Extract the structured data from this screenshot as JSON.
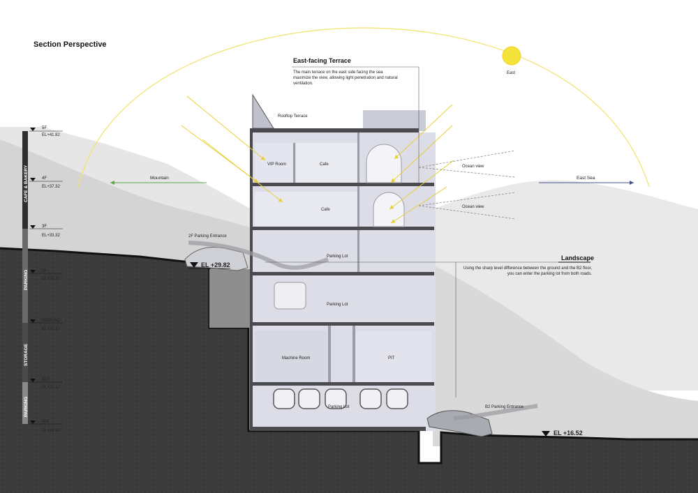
{
  "title": "Section Perspective",
  "terrace": {
    "heading": "East-facing Terrace",
    "description": "The main terrace on the east side facing the sea maximize the view, allowing light penetration and natural ventilation."
  },
  "landscape": {
    "heading": "Landscape",
    "description": "Using the sharp level difference between the ground and the B2 floor, you can enter the parking lot from both roads."
  },
  "sun_label": "East",
  "directions": {
    "mountain": "Mountain",
    "sea": "East Sea"
  },
  "ocean_view": [
    "Ocean view",
    "Ocean view"
  ],
  "rooms": {
    "rooftop": "Rooftop Terrace",
    "vip": "VIP Room",
    "cafe_4f": "Cafe",
    "cafe_3f": "Cafe",
    "parking_2f": "Parking Lot",
    "parking_ground": "Parking Lot",
    "machine": "Machine Room",
    "pit": "PIT",
    "parking_b2": "Parking Lot"
  },
  "entrances": {
    "top": "2F Parking Entrance",
    "bottom": "B2 Parking Entrance"
  },
  "elevation_markers": {
    "upper": "EL +29.82",
    "lower": "EL +16.52"
  },
  "levels": [
    {
      "name": "5F",
      "el": "EL+41.82"
    },
    {
      "name": "4F",
      "el": "EL+37.32"
    },
    {
      "name": "3F",
      "el": "EL+33.32"
    },
    {
      "name": "2F",
      "el": "EL+29.32"
    },
    {
      "name": "GROUND",
      "el": "EL+25.12"
    },
    {
      "name": "B1F",
      "el": "EL+20.12"
    },
    {
      "name": "B2F",
      "el": "EL+16.52"
    }
  ],
  "zones": [
    "CAFE & BAKERY",
    "PARKING",
    "STORAGE",
    "PARKING"
  ],
  "colors": {
    "sun": "#f5e23a",
    "sun_path": "#efe36a",
    "mountain_arrow": "#58a844",
    "sea_arrow": "#44508a",
    "ground": "#3a3a3a",
    "building": "#dcdde6"
  }
}
